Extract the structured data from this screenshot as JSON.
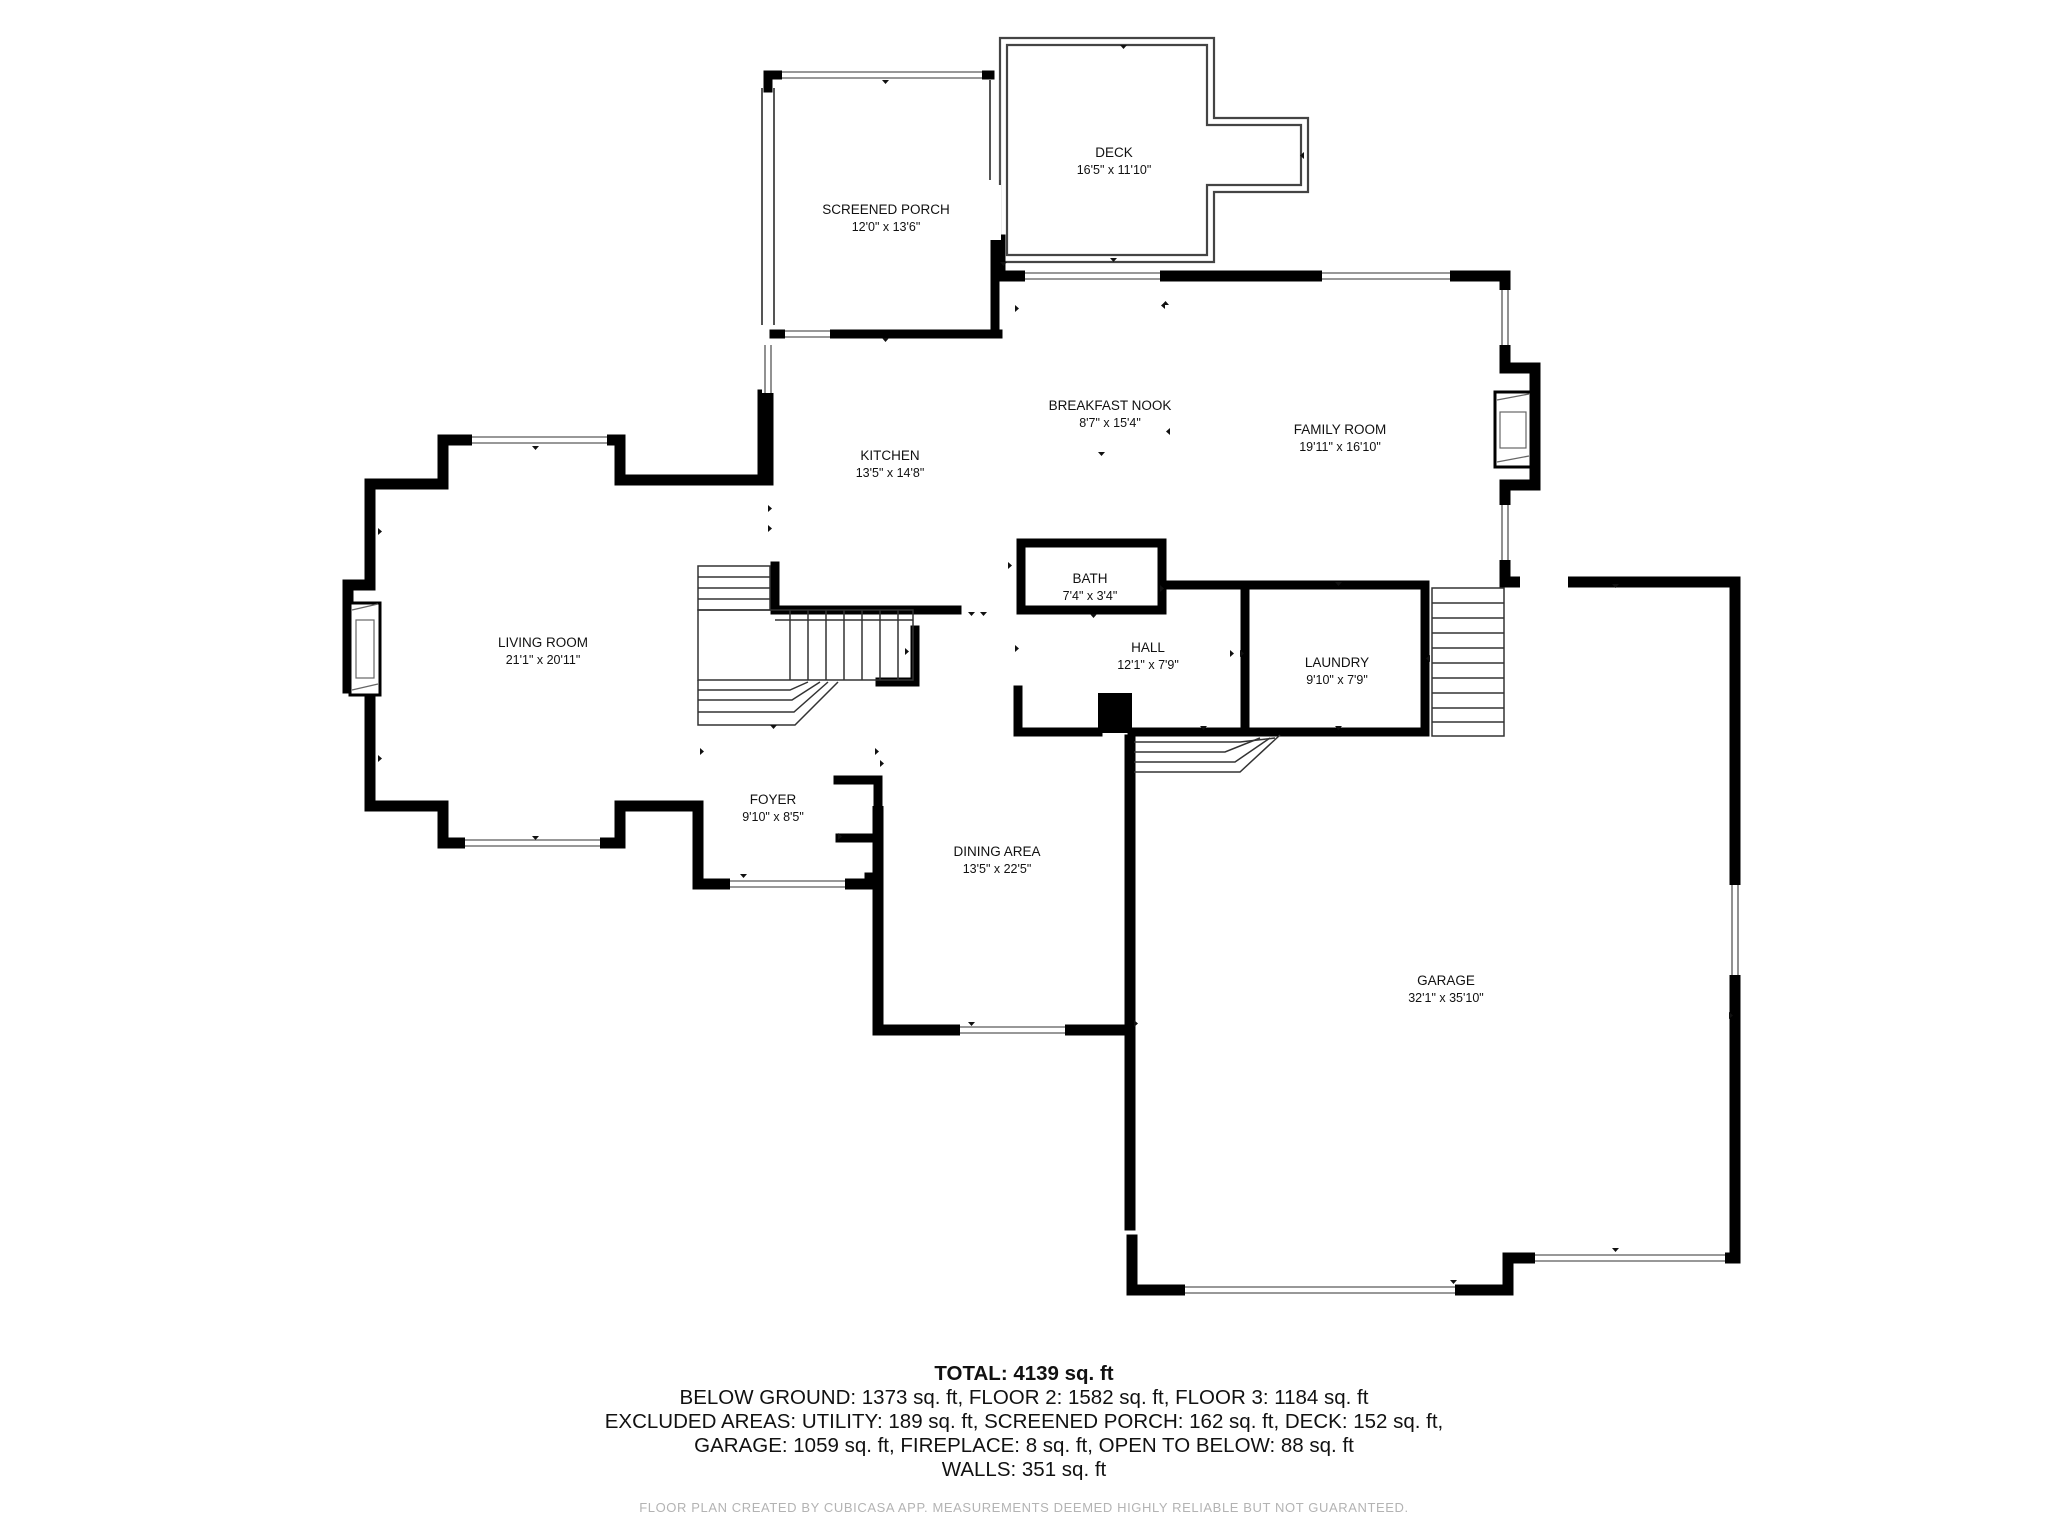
{
  "rooms": {
    "deck": {
      "name": "DECK",
      "dims": "16'5\" x 11'10\""
    },
    "screened_porch": {
      "name": "SCREENED PORCH",
      "dims": "12'0\" x 13'6\""
    },
    "breakfast_nook": {
      "name": "BREAKFAST NOOK",
      "dims": "8'7\" x 15'4\""
    },
    "family_room": {
      "name": "FAMILY ROOM",
      "dims": "19'11\" x 16'10\""
    },
    "kitchen": {
      "name": "KITCHEN",
      "dims": "13'5\" x 14'8\""
    },
    "bath": {
      "name": "BATH",
      "dims": "7'4\" x 3'4\""
    },
    "living_room": {
      "name": "LIVING ROOM",
      "dims": "21'1\" x 20'11\""
    },
    "hall": {
      "name": "HALL",
      "dims": "12'1\" x 7'9\""
    },
    "laundry": {
      "name": "LAUNDRY",
      "dims": "9'10\" x 7'9\""
    },
    "foyer": {
      "name": "FOYER",
      "dims": "9'10\" x 8'5\""
    },
    "dining_area": {
      "name": "DINING AREA",
      "dims": "13'5\" x 22'5\""
    },
    "garage": {
      "name": "GARAGE",
      "dims": "32'1\" x 35'10\""
    }
  },
  "summary": {
    "total": "TOTAL: 4139 sq. ft",
    "line1": "BELOW GROUND: 1373 sq. ft, FLOOR 2: 1582 sq. ft, FLOOR 3: 1184 sq. ft",
    "line2": "EXCLUDED AREAS: UTILITY: 189 sq. ft, SCREENED PORCH: 162 sq. ft, DECK: 152 sq. ft,",
    "line3": "GARAGE: 1059 sq. ft, FIREPLACE: 8 sq. ft, OPEN TO BELOW: 88 sq. ft",
    "line4": "WALLS: 351 sq. ft"
  },
  "footer_note": "FLOOR PLAN CREATED BY CUBICASA APP. MEASUREMENTS DEEMED HIGHLY RELIABLE BUT NOT GUARANTEED.",
  "colors": {
    "wall": "#000000",
    "background": "#ffffff",
    "footer_text": "#b3b3b3"
  }
}
